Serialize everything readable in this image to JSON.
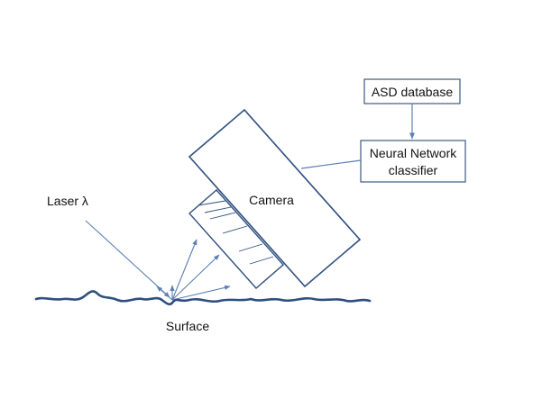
{
  "labels": {
    "asd_database": "ASD database",
    "classifier_line1": "Neural Network",
    "classifier_line2": "classifier",
    "camera": "Camera",
    "laser": "Laser λ",
    "surface": "Surface"
  },
  "colors": {
    "stroke": "#3d5a80",
    "arrow": "#5b7fb5",
    "surface": "#2f4f7f",
    "text": "#111111"
  }
}
